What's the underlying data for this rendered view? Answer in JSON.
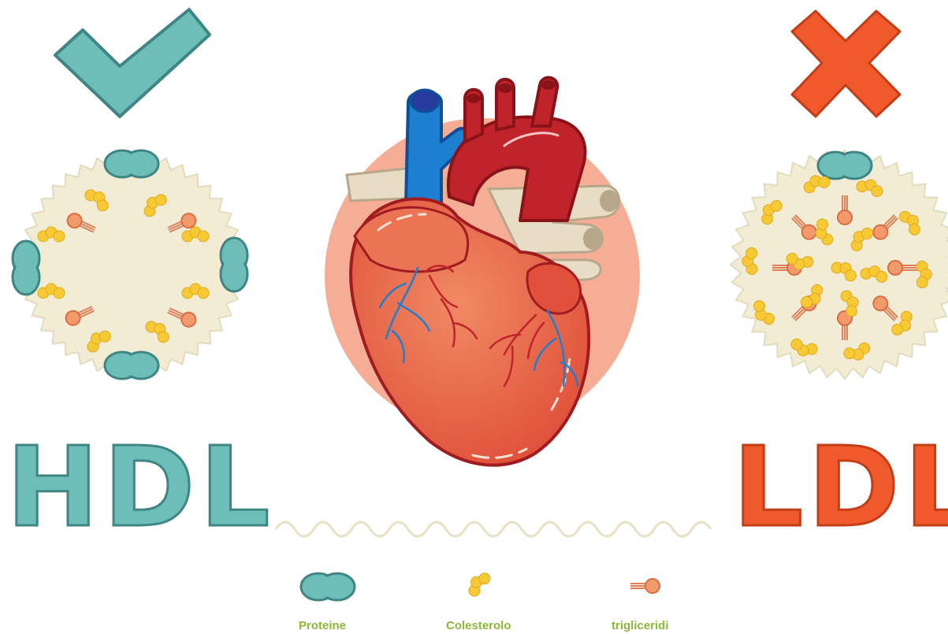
{
  "labels": {
    "hdl": "HDL",
    "ldl": "LDL"
  },
  "legend": {
    "proteine": "Proteine",
    "colesterolo": "Colesterolo",
    "trigliceridi": "trigliceridi"
  },
  "icons": {
    "good": "checkmark-icon",
    "bad": "cross-icon"
  },
  "colors": {
    "teal": "#6dbdb8",
    "teal_dark": "#3f8583",
    "orange": "#f0592b",
    "cholesterol": "#f7c934",
    "triglyceride": "#f39a6b",
    "heart": "#e25c3f",
    "particle": "#f2ecd5",
    "legend_text": "#8cb73a"
  }
}
